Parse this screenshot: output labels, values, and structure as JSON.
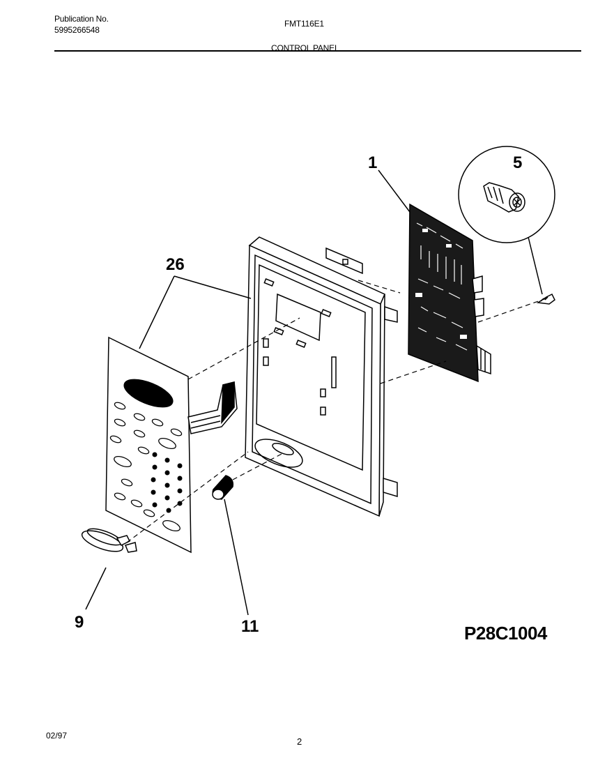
{
  "header": {
    "publication_label": "Publication No.",
    "publication_number": "5995266548",
    "model_number": "FMT116E1",
    "section_title": "CONTROL PANEL"
  },
  "callouts": {
    "part_1": "1",
    "part_5": "5",
    "part_26": "26",
    "part_9": "9",
    "part_11": "11"
  },
  "figure_id": "P28C1004",
  "footer": {
    "date": "02/97",
    "page_number": "2"
  }
}
